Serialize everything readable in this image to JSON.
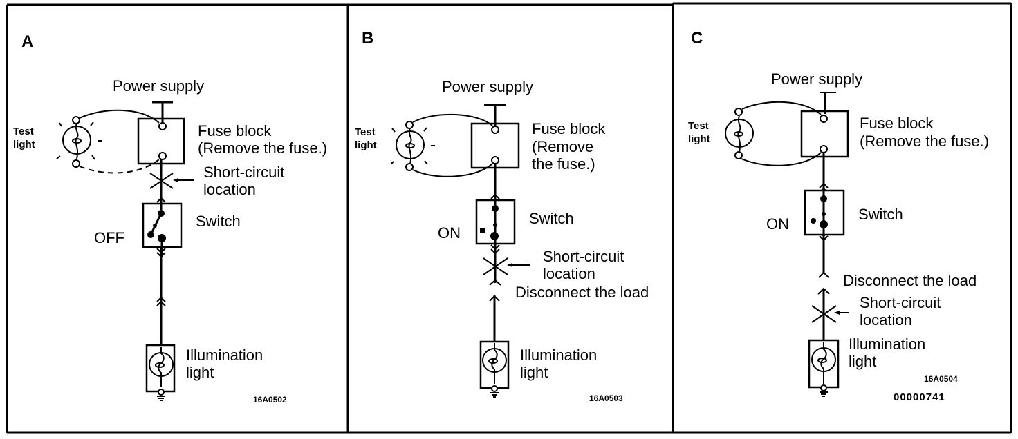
{
  "figure": {
    "colors": {
      "ink": "#000000",
      "background": "#ffffff"
    },
    "panels": [
      {
        "id": "A",
        "letter": "A",
        "power_supply": "Power supply",
        "test_light": [
          "Test",
          "light"
        ],
        "test_light_lit": true,
        "fuse_block": [
          "Fuse block",
          "(Remove the fuse.)"
        ],
        "short_circuit": [
          "Short-circuit",
          "location"
        ],
        "switch": "Switch",
        "switch_state": "OFF",
        "illumination": [
          "Illumination",
          "light"
        ],
        "code": "16A0502"
      },
      {
        "id": "B",
        "letter": "B",
        "power_supply": "Power supply",
        "test_light": [
          "Test",
          "light"
        ],
        "test_light_lit": true,
        "fuse_block": [
          "Fuse block",
          "(Remove",
          "the fuse.)"
        ],
        "short_circuit": [
          "Short-circuit",
          "location"
        ],
        "disconnect": "Disconnect the load",
        "switch": "Switch",
        "switch_state": "ON",
        "illumination": [
          "Illumination",
          "light"
        ],
        "code": "16A0503"
      },
      {
        "id": "C",
        "letter": "C",
        "power_supply": "Power supply",
        "test_light": [
          "Test",
          "light"
        ],
        "test_light_lit": false,
        "fuse_block": [
          "Fuse block",
          "(Remove the fuse.)"
        ],
        "short_circuit": [
          "Short-circuit",
          "location"
        ],
        "disconnect": "Disconnect the load",
        "switch": "Switch",
        "switch_state": "ON",
        "illumination": [
          "Illumination",
          "light"
        ],
        "code": "16A0504",
        "figure_id": "00000741"
      }
    ]
  }
}
